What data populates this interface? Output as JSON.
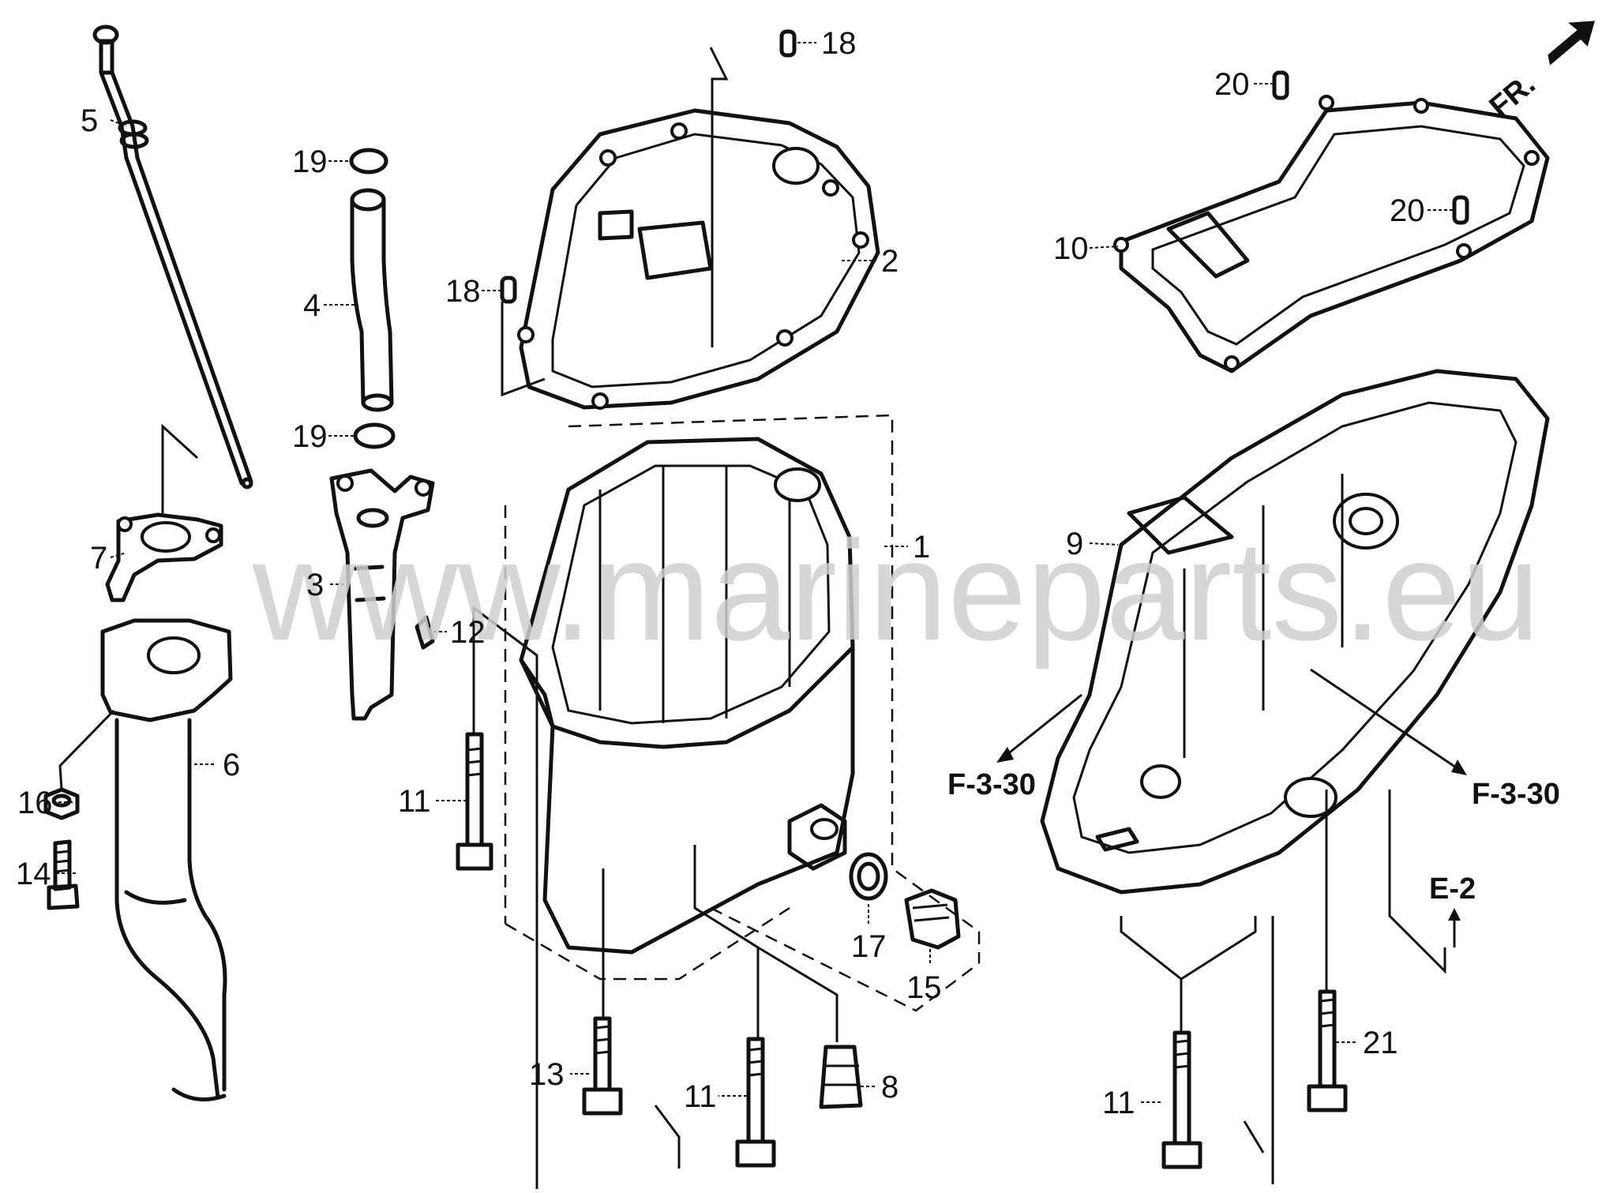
{
  "watermark": {
    "text": "www.marineparts.eu"
  },
  "direction_arrow": {
    "label": "FR."
  },
  "callouts": [
    {
      "num": "1"
    },
    {
      "num": "2"
    },
    {
      "num": "3"
    },
    {
      "num": "4"
    },
    {
      "num": "5"
    },
    {
      "num": "6"
    },
    {
      "num": "7"
    },
    {
      "num": "8"
    },
    {
      "num": "9"
    },
    {
      "num": "10"
    },
    {
      "num": "11"
    },
    {
      "num": "11"
    },
    {
      "num": "11"
    },
    {
      "num": "12"
    },
    {
      "num": "13"
    },
    {
      "num": "14"
    },
    {
      "num": "15"
    },
    {
      "num": "16"
    },
    {
      "num": "17"
    },
    {
      "num": "18"
    },
    {
      "num": "18"
    },
    {
      "num": "19"
    },
    {
      "num": "19"
    },
    {
      "num": "20"
    },
    {
      "num": "20"
    },
    {
      "num": "21"
    }
  ],
  "references": [
    {
      "label": "F-3-30"
    },
    {
      "label": "F-3-30"
    },
    {
      "label": "E-2"
    }
  ]
}
